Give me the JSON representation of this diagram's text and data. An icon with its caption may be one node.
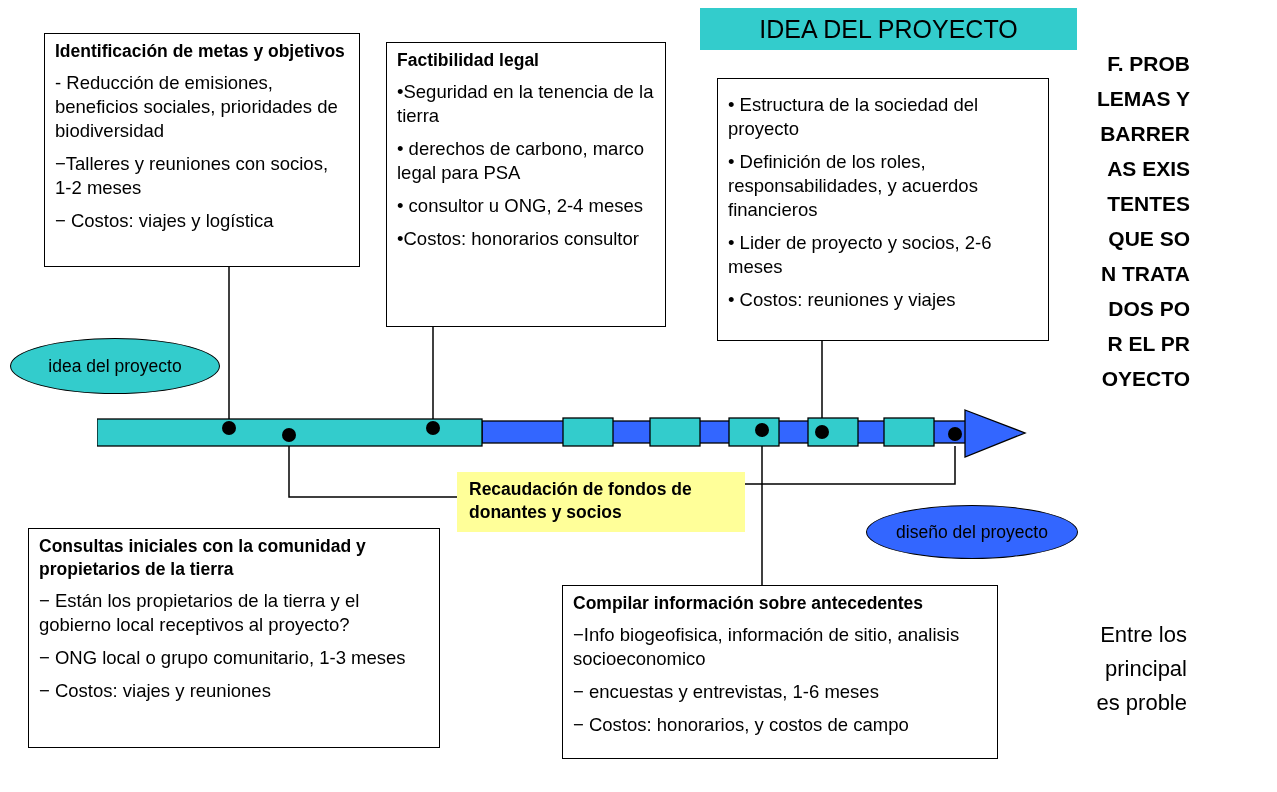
{
  "diagram": {
    "nodes": [
      {
        "text": [
          "Identificación de metas y objetivos",
          "- Reducción de emisiones, beneficios sociales, prioridades de biodiversidad",
          "−Talleres y reuniones con socios, 1-2 meses",
          "− Costos: viajes y logística"
        ]
      },
      {
        "text": [
          "Factibilidad legal",
          "•Seguridad en la tenencia de la tierra",
          "• derechos de carbono, marco legal para PSA",
          "• consultor u ONG, 2-4 meses",
          "•Costos: honorarios consultor"
        ]
      },
      {
        "text": [
          "IDEA DEL PROYECTO"
        ]
      },
      {
        "text": [
          "• Estructura de la sociedad del proyecto",
          "• Definición de los roles, responsabilidades, y acuerdos financieros",
          "• Lider de proyecto y socios, 2-6 meses",
          "• Costos: reuniones y viajes"
        ]
      },
      {
        "text": [
          "idea del proyecto"
        ]
      },
      {
        "text": [],
        "shape": "bar"
      },
      {
        "text": [
          "Recaudación de fondos de donantes y socios"
        ]
      },
      {
        "text": [
          "diseño del proyecto"
        ]
      },
      {
        "text": [
          "Consultas iniciales con la comunidad y propietarios de la tierra",
          "− Están los propietarios de la tierra y el gobierno local receptivos al proyecto?",
          "− ONG local o grupo comunitario, 1-3 meses",
          "− Costos: viajes y reuniones"
        ]
      },
      {
        "text": [
          "Compilar información sobre antecedentes",
          "−Info biogeofisica, información de sitio, analisis socioeconomico",
          "− encuestas y entrevistas, 1-6 meses",
          "− Costos: honorarios, y costos de campo"
        ]
      }
    ],
    "edges": [
      {
        "from": 0,
        "to": 5,
        "arrow": "none"
      },
      {
        "from": 1,
        "to": 5,
        "arrow": "none"
      },
      {
        "from": 3,
        "to": 5,
        "arrow": "none"
      },
      {
        "from": 6,
        "to": 5,
        "arrow": "none"
      },
      {
        "from": 6,
        "to": 5,
        "arrow": "none"
      },
      {
        "from": 9,
        "to": 5,
        "arrow": "none"
      }
    ],
    "labels": [
      "F. PROBLEMAS Y BARRERAS EXISTENTES QUE SON TRATADOS POR EL PROYECTO",
      "Entre los principales proble"
    ]
  }
}
